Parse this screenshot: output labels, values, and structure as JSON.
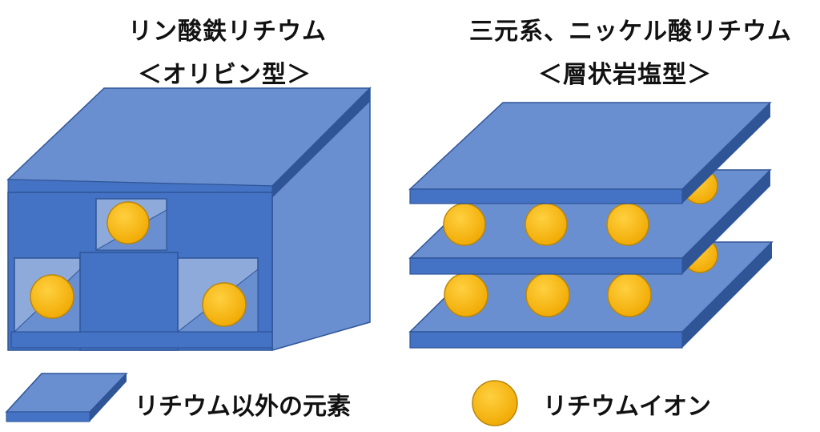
{
  "left_structure": {
    "title_line1": "リン酸鉄リチウム",
    "title_line2": "＜オリビン型＞"
  },
  "right_structure": {
    "title_line1": "三元系、ニッケル酸リチウム",
    "title_line2": "＜層状岩塩型＞"
  },
  "legend": {
    "other_elements_label": "リチウム以外の元素",
    "lithium_ion_label": "リチウムイオン"
  },
  "colors": {
    "slab_top": "#6a8fd0",
    "slab_front": "#4472c4",
    "slab_side": "#2f5597",
    "ion_fill": "#ffc000",
    "ion_stroke": "#b8860b"
  }
}
